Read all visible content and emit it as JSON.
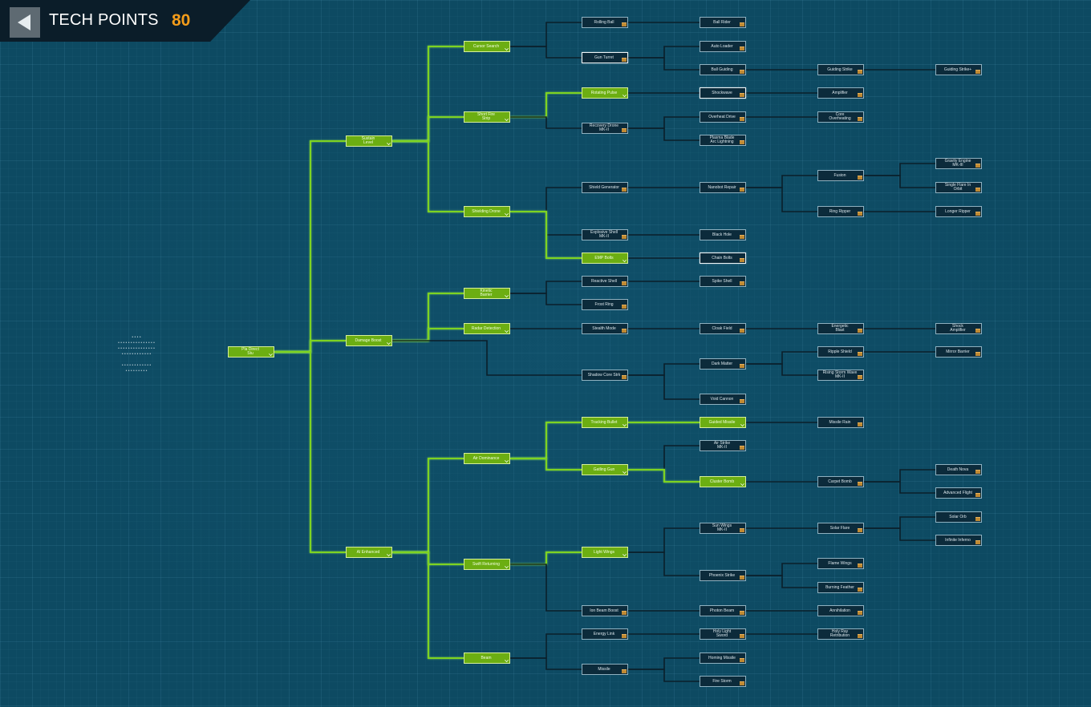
{
  "header": {
    "title": "TECH POINTS",
    "points": "80"
  },
  "info": {
    "lines": [
      "• • • •",
      "• • • • • • • • • • • • • • •",
      "• • • • • • • • • • • • • • •",
      "• • • • • • • • • • • •",
      "",
      "• • • • • • • • • • • •",
      "• • • • • • • • •"
    ]
  },
  "colors": {
    "unlocked_fill": "#6cae12",
    "unlocked_line": "#7ed321",
    "locked_fill": "#0c2b3b",
    "locked_line": "#0a1f2a",
    "points": "#f39c1a"
  },
  "nodes": [
    {
      "id": "root",
      "label": "Pla Direct\nStu",
      "state": "unlocked"
    },
    {
      "id": "a",
      "label": "Sustain\nLevel",
      "state": "unlocked"
    },
    {
      "id": "b",
      "label": "Damage Boost",
      "state": "unlocked"
    },
    {
      "id": "c",
      "label": "AI Enhanced",
      "state": "unlocked"
    },
    {
      "id": "a1",
      "label": "Cursor Search",
      "state": "unlocked"
    },
    {
      "id": "a2",
      "label": "Short Fire\nStrip",
      "state": "unlocked"
    },
    {
      "id": "a3",
      "label": "Shielding Drone",
      "state": "unlocked"
    },
    {
      "id": "b1",
      "label": "Kinetic\nBarrier",
      "state": "unlocked"
    },
    {
      "id": "b2",
      "label": "Radar Detection",
      "state": "unlocked"
    },
    {
      "id": "c1",
      "label": "Air Dominance",
      "state": "unlocked"
    },
    {
      "id": "c2",
      "label": "Swift Returning",
      "state": "unlocked"
    },
    {
      "id": "c3",
      "label": "Beam",
      "state": "unlocked"
    },
    {
      "id": "a1a",
      "label": "Rolling Ball",
      "state": "locked"
    },
    {
      "id": "a1b",
      "label": "Gun Turret",
      "state": "locked"
    },
    {
      "id": "a2a",
      "label": "Rotating Pulse",
      "state": "unlocked"
    },
    {
      "id": "a2b",
      "label": "Recovery Drone\nMK-II",
      "state": "locked"
    },
    {
      "id": "a3a",
      "label": "Shield Generator",
      "state": "locked"
    },
    {
      "id": "a3b",
      "label": "Explosive Shell\nMK-II",
      "state": "locked"
    },
    {
      "id": "a3c",
      "label": "EMP Bolts",
      "state": "unlocked"
    },
    {
      "id": "b1a",
      "label": "Reactive Shell",
      "state": "locked"
    },
    {
      "id": "b1b",
      "label": "Frost Ring",
      "state": "locked"
    },
    {
      "id": "b2a",
      "label": "Stealth Mode",
      "state": "locked"
    },
    {
      "id": "b3",
      "label": "Shadow Core Strk",
      "state": "locked"
    },
    {
      "id": "c1a",
      "label": "Tracking Bullet",
      "state": "unlocked"
    },
    {
      "id": "c1b",
      "label": "Gatling Gun",
      "state": "unlocked"
    },
    {
      "id": "c2a",
      "label": "Light Wings",
      "state": "unlocked"
    },
    {
      "id": "c2b",
      "label": "Ion Beam Boost",
      "state": "locked"
    },
    {
      "id": "c3a",
      "label": "Energy Link",
      "state": "locked"
    },
    {
      "id": "c3b",
      "label": "Missile",
      "state": "locked"
    },
    {
      "id": "a1a1",
      "label": "Ball Rider",
      "state": "locked"
    },
    {
      "id": "a1b1",
      "label": "Auto Loader",
      "state": "locked"
    },
    {
      "id": "a1b2",
      "label": "Ball Guiding",
      "state": "locked"
    },
    {
      "id": "a2a1",
      "label": "Shockwave",
      "state": "locked"
    },
    {
      "id": "a2b1",
      "label": "Overheat Drive",
      "state": "locked"
    },
    {
      "id": "a2b2",
      "label": "Plasma Blade\nArc Lightning",
      "state": "locked"
    },
    {
      "id": "a3a1",
      "label": "Nanobot Repair",
      "state": "locked"
    },
    {
      "id": "a3b1",
      "label": "Black Hole",
      "state": "locked"
    },
    {
      "id": "a3c1",
      "label": "Chain Bolts",
      "state": "locked"
    },
    {
      "id": "b1a1",
      "label": "Spike Shell",
      "state": "locked"
    },
    {
      "id": "b2a1",
      "label": "Cloak Field",
      "state": "locked"
    },
    {
      "id": "b3a",
      "label": "Dark Matter",
      "state": "locked"
    },
    {
      "id": "b3b",
      "label": "Void Cannon",
      "state": "locked"
    },
    {
      "id": "c1a1",
      "label": "Guided Missile",
      "state": "unlocked"
    },
    {
      "id": "c1b1",
      "label": "Air Strike\nMK-II",
      "state": "locked"
    },
    {
      "id": "c1b2",
      "label": "Cluster Bomb",
      "state": "unlocked"
    },
    {
      "id": "c2a1",
      "label": "Sun Wings\nMK-II",
      "state": "locked"
    },
    {
      "id": "c2a2",
      "label": "Phoenix Strike",
      "state": "locked"
    },
    {
      "id": "c2b1",
      "label": "Photon Beam",
      "state": "locked"
    },
    {
      "id": "c3a1",
      "label": "Holy Light\nSword",
      "state": "locked"
    },
    {
      "id": "c3b1",
      "label": "Homing Missile",
      "state": "locked"
    },
    {
      "id": "c3b2",
      "label": "Fire Storm",
      "state": "locked"
    },
    {
      "id": "a1b2a",
      "label": "Guiding Strike",
      "state": "locked"
    },
    {
      "id": "a2a1a",
      "label": "Amplifier",
      "state": "locked"
    },
    {
      "id": "a2b1a",
      "label": "Core\nOverheating",
      "state": "locked"
    },
    {
      "id": "a3a1a",
      "label": "Fusion",
      "state": "locked"
    },
    {
      "id": "a3a1b",
      "label": "Ring Ripper",
      "state": "locked"
    },
    {
      "id": "b2a1a",
      "label": "Energetic\nBlast",
      "state": "locked"
    },
    {
      "id": "b3a1",
      "label": "Ripple Shield",
      "state": "locked"
    },
    {
      "id": "b3a2",
      "label": "Rising Storm Wave\nMK-II",
      "state": "locked"
    },
    {
      "id": "c1a1a",
      "label": "Missile Rain",
      "state": "locked"
    },
    {
      "id": "c1b2a",
      "label": "Carpet Bomb",
      "state": "locked"
    },
    {
      "id": "c2a1a",
      "label": "Solar Flare",
      "state": "locked"
    },
    {
      "id": "c2a2a",
      "label": "Flame Wings",
      "state": "locked"
    },
    {
      "id": "c2a2b",
      "label": "Burning Feather",
      "state": "locked"
    },
    {
      "id": "c2b1a",
      "label": "Annihilation",
      "state": "locked"
    },
    {
      "id": "c3a1a",
      "label": "Holy Ray\nRetribution",
      "state": "locked"
    },
    {
      "id": "a1b2a1",
      "label": "Guiding Strike+",
      "state": "locked"
    },
    {
      "id": "a3a1a1",
      "label": "Gravity Engine\nMK-III",
      "state": "locked"
    },
    {
      "id": "a3a1a2",
      "label": "Single Flare In\nOrbit",
      "state": "locked"
    },
    {
      "id": "a3a1b1",
      "label": "Longer Ripper",
      "state": "locked"
    },
    {
      "id": "b2a1a1",
      "label": "Shock\nAmplifier",
      "state": "locked"
    },
    {
      "id": "b3a1a",
      "label": "Mirror Barrier",
      "state": "locked"
    },
    {
      "id": "c1b2a1",
      "label": "Death Nova",
      "state": "locked"
    },
    {
      "id": "c1b2a2",
      "label": "Advanced Flight",
      "state": "locked"
    },
    {
      "id": "c2a1a1",
      "label": "Solar Orb",
      "state": "locked"
    },
    {
      "id": "c2a1a2",
      "label": "Infinite Inferno",
      "state": "locked"
    }
  ]
}
